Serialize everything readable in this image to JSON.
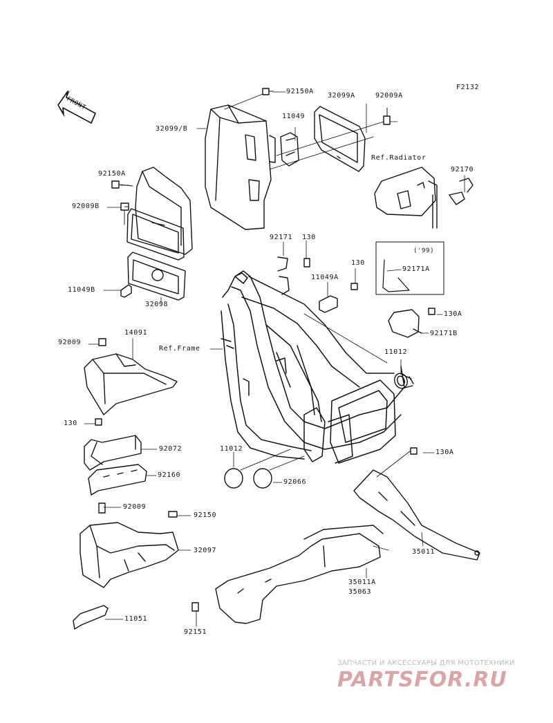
{
  "figure_id": "F2132",
  "front_label": "FRONT",
  "ref_labels": {
    "radiator": "Ref.Radiator",
    "frame": "Ref.Frame"
  },
  "note_99": "('99)",
  "parts": {
    "p92150A_top": "92150A",
    "p32099A": "32099A",
    "p92009A": "92009A",
    "p32099B": "32099/B",
    "p11049": "11049",
    "p92150A_left": "92150A",
    "p92009B": "92009B",
    "p11049B": "11049B",
    "p32098": "32098",
    "p92170": "92170",
    "p92171": "92171",
    "p130_top": "130",
    "p130_mid": "130",
    "p11049A": "11049A",
    "p92171A": "92171A",
    "p130A_top": "130A",
    "p92171B": "92171B",
    "p92009_mid": "92009",
    "p14091": "14091",
    "p11012_right": "11012",
    "p130_left": "130",
    "p92072": "92072",
    "p11012_left": "11012",
    "p92066": "92066",
    "p130A_bot": "130A",
    "p92160": "92160",
    "p92009_low": "92009",
    "p92150": "92150",
    "p32097": "32097",
    "p35011": "35011",
    "p35011A": "35011A",
    "p35063": "35063",
    "p11051": "11051",
    "p92151": "92151"
  },
  "watermark": {
    "subtitle": "ЗАПЧАСТИ И АКСЕССУАРЫ ДЛЯ МОТОТЕХНИКИ",
    "logo": "PARTSFOR.RU"
  }
}
